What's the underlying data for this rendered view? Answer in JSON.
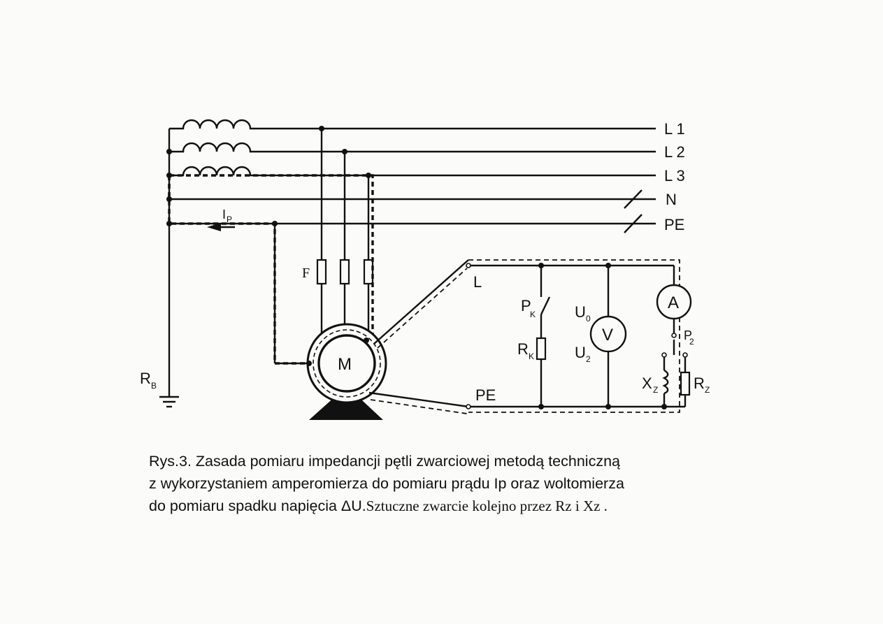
{
  "labels": {
    "l1": "L 1",
    "l2": "L 2",
    "l3": "L 3",
    "n": "N",
    "pe_bus": "PE",
    "ip": "I",
    "ip_sub": "P",
    "rb": "R",
    "rb_sub": "B",
    "fuse": "F",
    "motor": "M",
    "l_terminal": "L",
    "pe_terminal": "PE",
    "pk": "P",
    "pk_sub": "K",
    "rk": "R",
    "rk_sub": "K",
    "u0": "U",
    "u0_sub": "0",
    "u2": "U",
    "u2_sub": "2",
    "voltmeter": "V",
    "ammeter": "A",
    "p2": "P",
    "p2_sub": "2",
    "xz": "X",
    "xz_sub": "Z",
    "rz": "R",
    "rz_sub": "Z"
  },
  "caption": {
    "line1": "Rys.3.  Zasada pomiaru impedancji pętli zwarciowej metodą techniczną",
    "line2": "z wykorzystaniem amperomierza do pomiaru prądu Ip  oraz woltomierza",
    "line3_sans": "do pomiaru spadku napięcia ΔU.",
    "line3_serif": "Sztuczne zwarcie kolejno przez Rz i Xz ."
  }
}
